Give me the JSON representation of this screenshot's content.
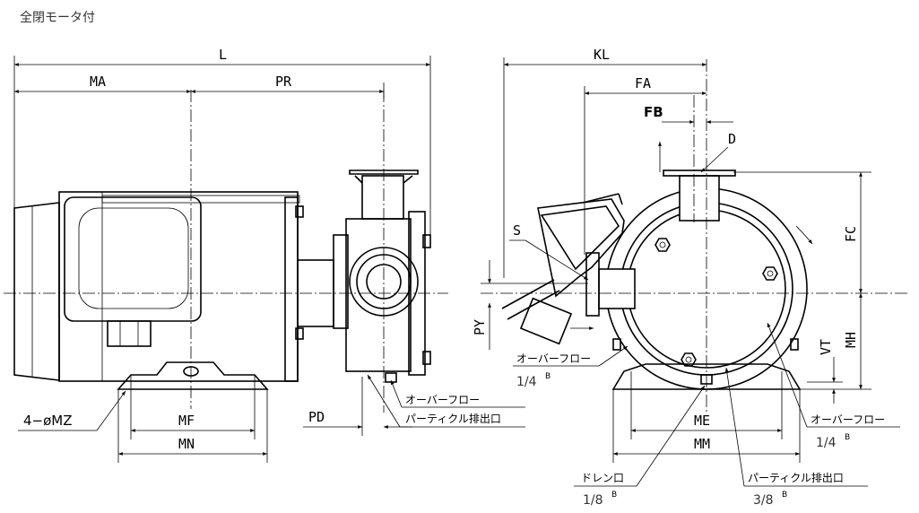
{
  "title": "全閉モータ付",
  "dimensions": {
    "L": "L",
    "MA": "MA",
    "PR": "PR",
    "MF": "MF",
    "MN": "MN",
    "PD": "PD",
    "MZ": "4−øMZ",
    "KL": "KL",
    "FA": "FA",
    "FB": "FB",
    "D": "D",
    "S": "S",
    "FC": "FC",
    "PY": "PY",
    "VT": "VT",
    "MH": "MH",
    "ME": "ME",
    "MM": "MM"
  },
  "callouts": {
    "overflow_front": "オーバーフロー",
    "particle_front": "パーティクル排出口",
    "overflow_left": "オーバーフロー",
    "overflow_left_size": "1/4",
    "overflow_right": "オーバーフロー",
    "overflow_right_size": "1/4",
    "drain": "ドレン口",
    "drain_size": "1/8",
    "particle_side": "パーティクル排出口",
    "particle_side_size": "3/8",
    "thread_mark": "B"
  }
}
